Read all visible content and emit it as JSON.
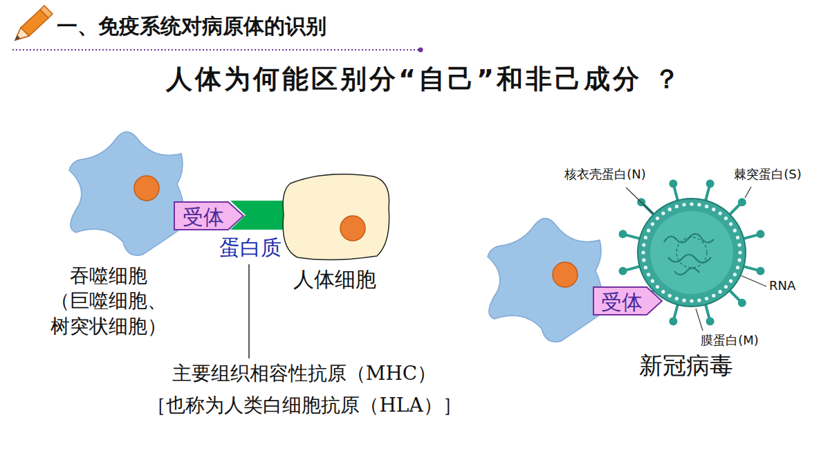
{
  "diagram": {
    "title": "一、免疫系统对病原体的识别",
    "nodes": [
      {
        "text": [
          "吞噬细胞 （巨噬细胞、 树突状细胞）"
        ]
      },
      {
        "text": [
          "受体"
        ]
      },
      {
        "text": [
          "蛋白质"
        ]
      },
      {
        "text": [
          "人体细胞"
        ]
      },
      {
        "text": [
          "受体"
        ]
      },
      {
        "text": [
          "新冠病毒"
        ]
      }
    ],
    "labels": [
      "人体为何能区别分“自己”和非己成分 ？",
      "主要组织相容性抗原（MHC）",
      "［也称为人类白细胞抗原（HLA）］",
      "核衣壳蛋白(N)",
      "棘突蛋白(S)",
      "RNA",
      "膜蛋白(M)"
    ]
  }
}
